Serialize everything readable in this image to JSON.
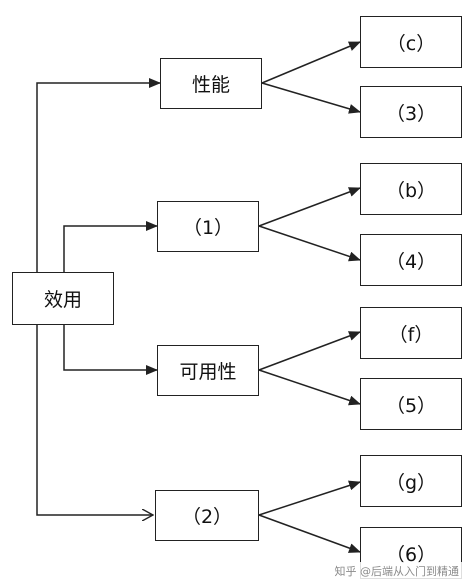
{
  "diagram": {
    "root": "效用",
    "groups": [
      {
        "label": "性能",
        "children": [
          "（c）",
          "（3）"
        ]
      },
      {
        "label": "（1）",
        "children": [
          "（b）",
          "（4）"
        ]
      },
      {
        "label": "可用性",
        "children": [
          "（f）",
          "（5）"
        ]
      },
      {
        "label": "（2）",
        "children": [
          "（g）",
          "（6）"
        ]
      }
    ]
  },
  "watermark": "知乎 @后端从入门到精通"
}
